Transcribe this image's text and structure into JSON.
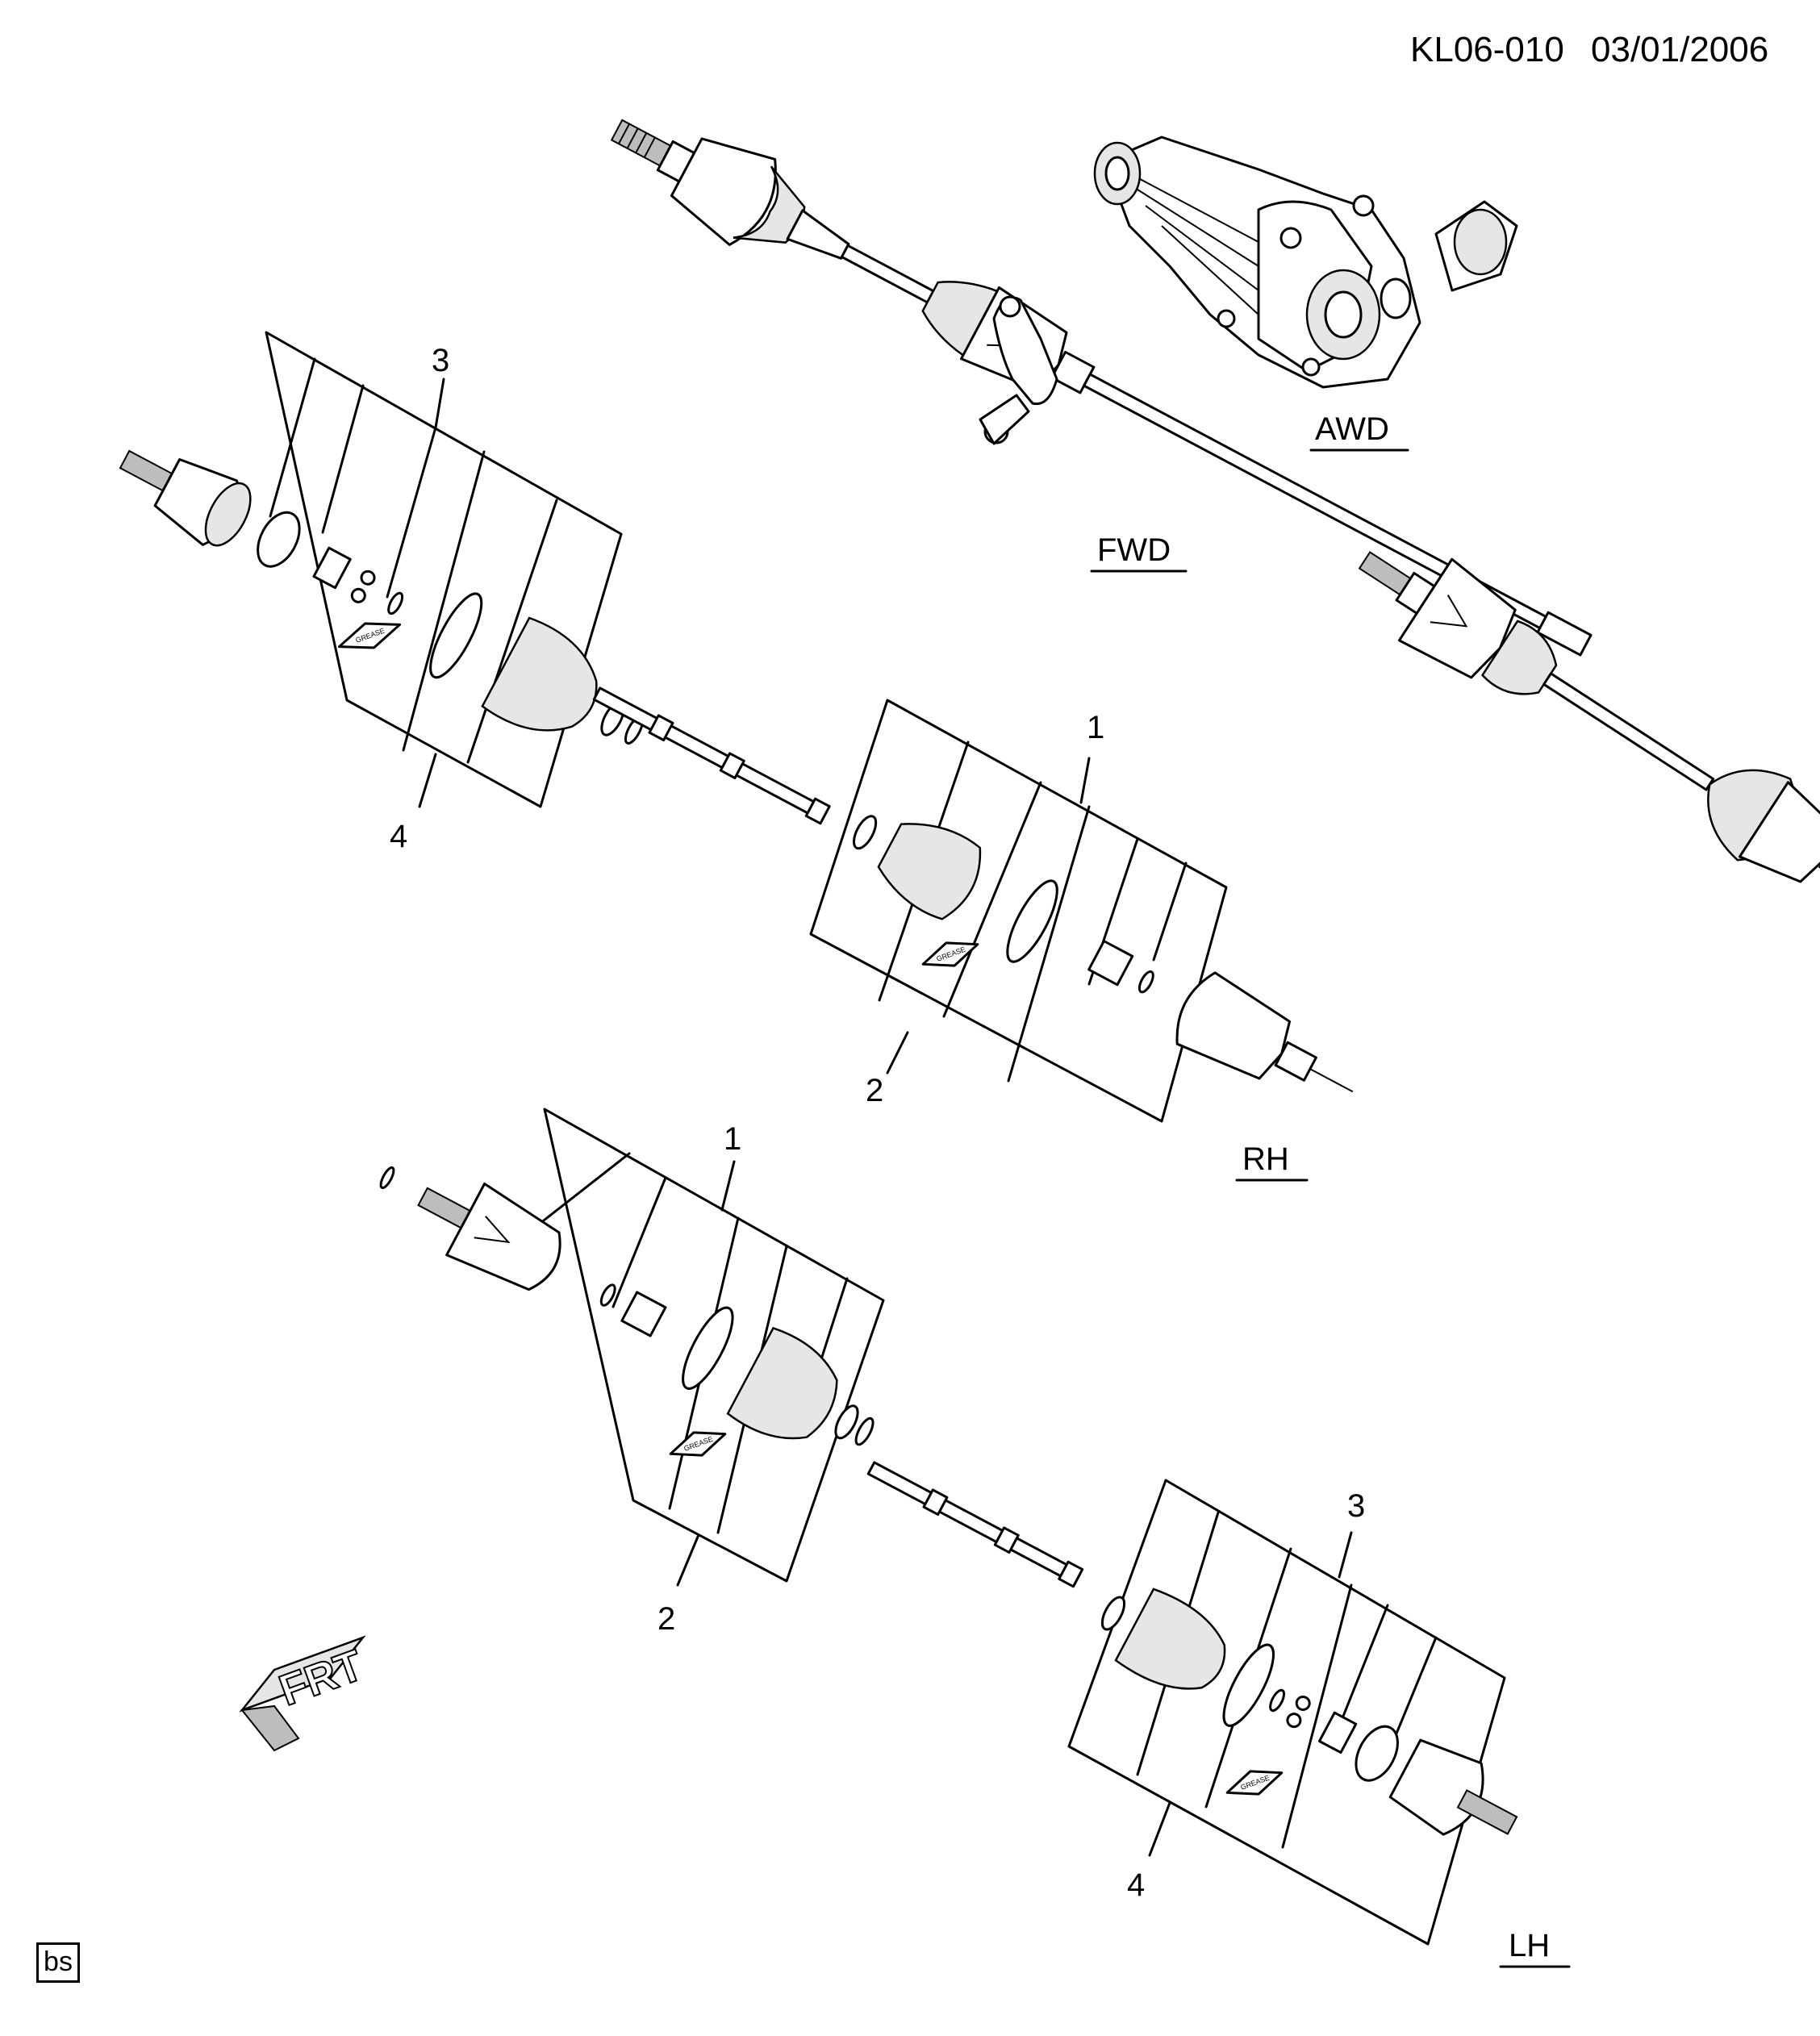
{
  "header": {
    "code": "KL06-010",
    "date": "03/01/2006"
  },
  "section_labels": {
    "awd": "AWD",
    "fwd": "FWD",
    "rh": "RH",
    "lh": "LH"
  },
  "callouts": {
    "rh": {
      "a": "3",
      "b": "4",
      "c": "1",
      "d": "2"
    },
    "lh": {
      "a": "1",
      "b": "2",
      "c": "3",
      "d": "4"
    }
  },
  "grease_tag": "GREASE",
  "front_indicator": "FRT",
  "footer_badge": "bs"
}
